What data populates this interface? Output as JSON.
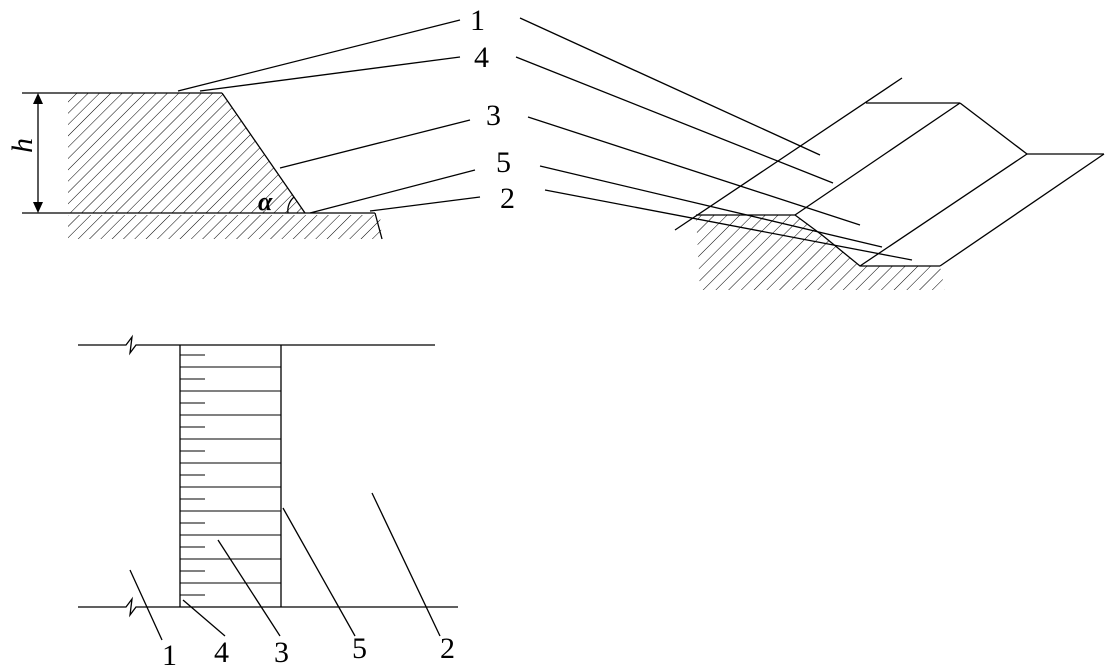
{
  "labels": {
    "n1": "1",
    "n2": "2",
    "n3": "3",
    "n4": "4",
    "n5": "5",
    "h": "h",
    "alpha": "α"
  },
  "colors": {
    "ink": "#000000",
    "background": "#ffffff"
  }
}
